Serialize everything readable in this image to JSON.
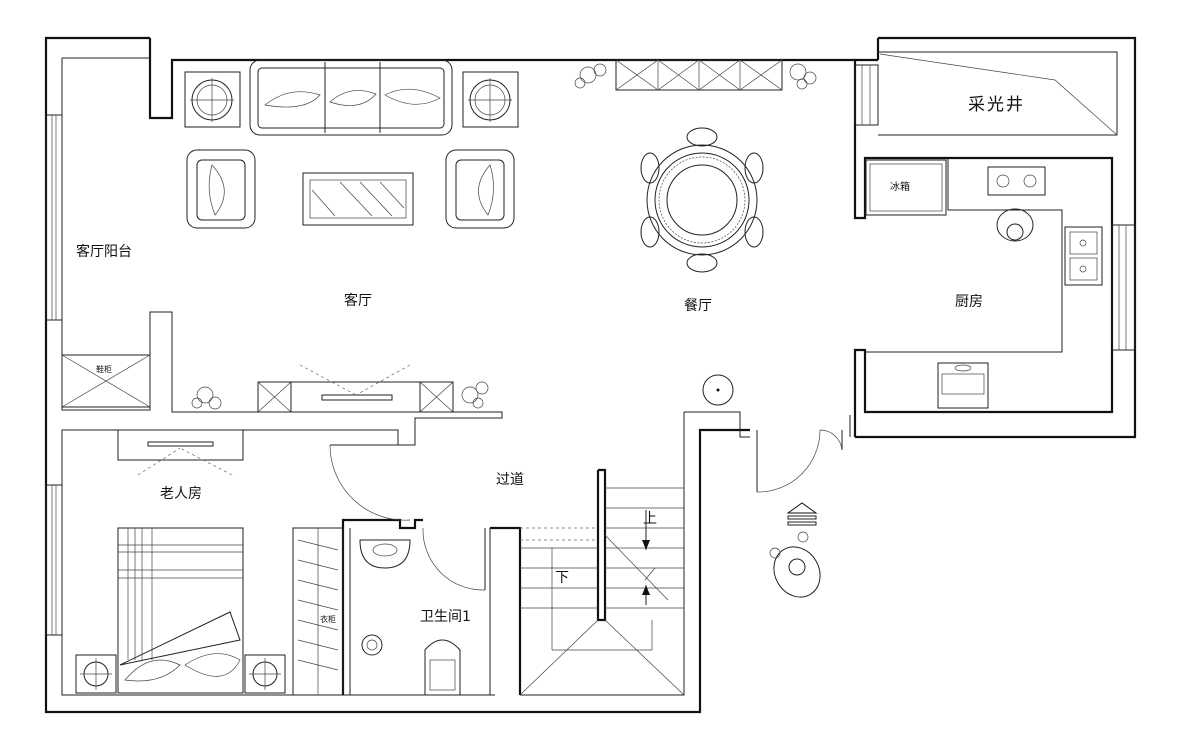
{
  "rooms": {
    "living_balcony": "客厅阳台",
    "living_room": "客厅",
    "dining_room": "餐厅",
    "skylight_well": "采光井",
    "kitchen": "厨房",
    "hallway": "过道",
    "elderly_room": "老人房",
    "bathroom": "卫生间1"
  },
  "furniture_labels": {
    "shoe_cabinet": "鞋柜",
    "wardrobe": "衣柜",
    "fridge": "冰箱"
  },
  "stairs": {
    "up": "上",
    "down": "下"
  }
}
